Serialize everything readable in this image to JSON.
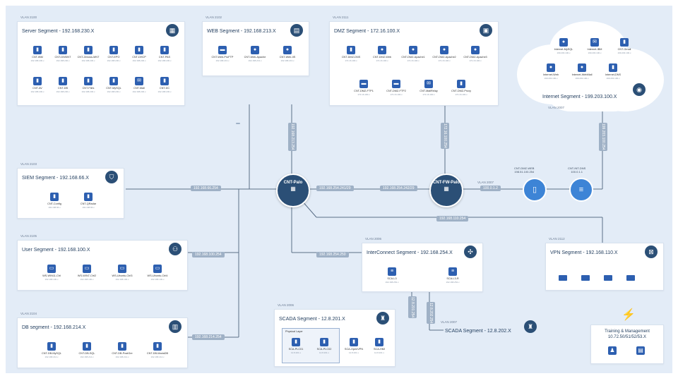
{
  "hubs": {
    "main": {
      "label": "CNT-Palo"
    },
    "fw": {
      "label": "CNT-FW-Palo"
    }
  },
  "server": {
    "vlan": "VLAN 2100",
    "title": "Server Segment - 192.168.230.X",
    "icon": "server-rack-icon",
    "nodes": [
      {
        "label": "CNT-IBM",
        "sub": "192.168.230.x"
      },
      {
        "label": "CNT-DNSINT",
        "sub": "192.168.230.x"
      },
      {
        "label": "CNT-Zenoss-MNT",
        "sub": "192.168.230.x"
      },
      {
        "label": "CNT-EPO",
        "sub": "192.168.230.x"
      },
      {
        "label": "CNT-DHCP",
        "sub": "192.168.230.x"
      },
      {
        "label": "CNT-PAS",
        "sub": "192.168.230.x"
      },
      {
        "label": "CNT-AV",
        "sub": "192.168.230.x"
      },
      {
        "label": "CNT-DB",
        "sub": "192.168.230.x"
      },
      {
        "label": "CNT-Files",
        "sub": "192.168.230.x"
      },
      {
        "label": "CNT-MySQL",
        "sub": "192.168.230.x"
      },
      {
        "label": "CNT-Mail",
        "sub": "192.168.230.x"
      },
      {
        "label": "CNT-DC",
        "sub": "192.168.230.x"
      }
    ]
  },
  "web": {
    "vlan": "VLAN 2102",
    "title": "WEB Segment - 192.168.213.X",
    "icon": "browser-window-icon",
    "nodes": [
      {
        "label": "CNT-Web-ProFTP",
        "sub": "192.168.213.x"
      },
      {
        "label": "CNT-Web-Apache",
        "sub": "192.168.213.x"
      },
      {
        "label": "CNT-Web-IIS",
        "sub": "192.168.213.x"
      }
    ],
    "link_ip": "192.168.213.254"
  },
  "dmz": {
    "vlan": "VLAN 2111",
    "title": "DMZ Segment - 172.16.100.X",
    "icon": "dmz-box-icon",
    "nodes": [
      {
        "label": "CNT-DMZ-DNS",
        "sub": "172.16.100.x"
      },
      {
        "label": "CNT-DMZ-Web",
        "sub": "172.16.100.x"
      },
      {
        "label": "CNT-DMZ-Apache1",
        "sub": "172.16.100.x"
      },
      {
        "label": "CNT-DMZ-Apache2",
        "sub": "172.16.100.x"
      },
      {
        "label": "CNT-DMZ-Apache3",
        "sub": "172.16.100.x"
      },
      {
        "label": "CNT-DMZ-FTP1",
        "sub": "172.16.100.x"
      },
      {
        "label": "CNT-DMZ-FTP2",
        "sub": "172.16.100.x"
      },
      {
        "label": "CNT-MailRelay",
        "sub": "172.16.100.x"
      },
      {
        "label": "CNT-DMZ-Proxy",
        "sub": "172.16.100.x"
      }
    ],
    "link_ip": "172.16.100.254"
  },
  "internet": {
    "vlan": "VLAN 2007",
    "title": "Internet Segment - 199.203.100.X",
    "icon": "globe-icon",
    "nodes": [
      {
        "label": "Internet-MySQL",
        "sub": "199.203.100.x"
      },
      {
        "label": "Internet-IBM",
        "sub": "199.203.100.x"
      },
      {
        "label": "CNT-Gmail",
        "sub": "199.203.100.x"
      },
      {
        "label": "Internet-Web",
        "sub": "199.203.100.x"
      },
      {
        "label": "Internet-WebMail",
        "sub": "199.203.100.x"
      },
      {
        "label": "Internet-DNS",
        "sub": "199.203.100.x"
      }
    ],
    "link_ip": "199.203.100.254"
  },
  "siem": {
    "vlan": "VLAN 2103",
    "title": "SIEM Segment - 192.168.66.X",
    "icon": "shield-icon",
    "nodes": [
      {
        "label": "CNT-Config",
        "sub": "192.168.66.x"
      },
      {
        "label": "CNT-QRadar",
        "sub": "192.168.66.x"
      }
    ],
    "link_ip": "192.168.66.254"
  },
  "user": {
    "vlan": "VLAN 2105",
    "title": "User Segment - 192.168.100.X",
    "icon": "user-network-icon",
    "nodes": [
      {
        "label": "WS-WIN11-Ctrl",
        "sub": "192.168.100.x"
      },
      {
        "label": "WS-WIN7-Ctrl2",
        "sub": "192.168.100.x"
      },
      {
        "label": "WS-Ubuntu-Ctrl3",
        "sub": "192.168.100.x"
      },
      {
        "label": "WS-Ubuntu-Ctrl4",
        "sub": "192.168.100.x"
      }
    ],
    "link_ip": "192.168.100.254"
  },
  "db": {
    "vlan": "VLAN 2104",
    "title": "DB segment - 192.168.214.X",
    "icon": "database-building-icon",
    "nodes": [
      {
        "label": "CNT-DB-MySQL",
        "sub": "192.168.214.x"
      },
      {
        "label": "CNT-DB-SQL",
        "sub": "192.168.214.x"
      },
      {
        "label": "CNT-DB-PostGre",
        "sub": "192.168.214.x"
      },
      {
        "label": "CNT-DB-MariaDB",
        "sub": "192.168.214.x"
      }
    ],
    "link_ip": "192.168.214.254"
  },
  "interconnect": {
    "vlan": "VLAN 2006",
    "title": "InterConnect Segment - 192.168.254.X",
    "icon": "network-node-icon",
    "nodes": [
      {
        "label": "SCA-L3",
        "sub": "192.168.254.x"
      },
      {
        "label": "SCA-L3-R",
        "sub": "192.168.254.x"
      }
    ],
    "link_ip": "192.168.254.250"
  },
  "scada1": {
    "vlan": "VLAN 2006",
    "title": "SCADA Segment - 12.8.201.X",
    "icon": "scada-tower-icon",
    "phys_label": "Physical Layer",
    "nodes": [
      {
        "label": "SCA-PLC01",
        "sub": "12.8.201.x"
      },
      {
        "label": "SCA-PLC02",
        "sub": "12.8.201.x"
      },
      {
        "label": "SCA-OpenVPN",
        "sub": "12.8.201.x"
      },
      {
        "label": "SCA-HMI",
        "sub": "12.8.201.x"
      }
    ]
  },
  "scada2": {
    "vlan": "VLAN 2007",
    "title": "SCADA Segment - 12.8.202.X",
    "icon": "scada-tower-icon"
  },
  "vpn": {
    "vlan": "VLAN 2112",
    "title": "VPN Segment - 192.168.110.X",
    "icon": "vpn-icon",
    "link_ip": "192.168.110.254"
  },
  "training": {
    "title": "Training & Management",
    "subtitle": "10.72.50/51/52/53.X",
    "icon": "lightning-icon"
  },
  "links": {
    "main_fw": "192.168.254.241/29",
    "fw_left": "192.168.254.242/29",
    "wan_vlan": "VLAN 2007",
    "wan_ip": "100.0.1.2",
    "scada_ip1": "12.8.201.254",
    "scada_ip2": "12.8.202.254"
  },
  "edge": {
    "router": {
      "label": "CNT-DMZ-WEB",
      "sub": "198.51.100.254"
    },
    "db": {
      "label": "CNT-INT-DNS",
      "sub": "100.0.1.1"
    }
  }
}
